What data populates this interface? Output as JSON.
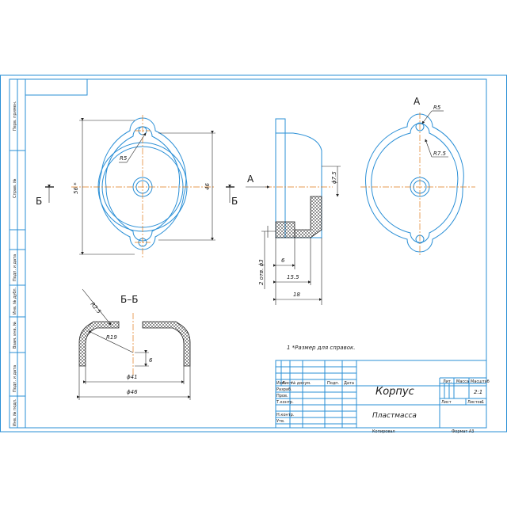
{
  "side_labels": [
    "Перв. примен.",
    "Справ. №",
    "Подп. и дата",
    "Инв. № дубл.",
    "Взам. инв. №",
    "Подп. и дата",
    "Инв. № подл."
  ],
  "views": {
    "view_a_label": "А",
    "arrow_a_label": "А",
    "section_label": "Б–Б",
    "section_mark_left": "Б",
    "section_mark_right": "Б"
  },
  "dimensions": {
    "front_r5": "R5",
    "front_height": "56 *",
    "front_inner": "46",
    "side_d75": "ϕ7.5",
    "side_holes": "2 отв. ϕ3",
    "side_6": "6",
    "side_155": "15.5",
    "side_18": "18",
    "view_a_r5": "R5",
    "view_a_r75": "R7.5",
    "section_r25": "R2.5",
    "section_r19": "R19",
    "section_6": "6",
    "section_d41": "ϕ41",
    "section_d46": "ϕ46"
  },
  "note": "1 *Размер для справок.",
  "title_block": {
    "part_name": "Корпус",
    "material": "Пластмасса",
    "col_lit": "Лит.",
    "col_mass": "Масса",
    "col_scale": "Масштаб",
    "scale_value": "2:1",
    "sheet_label": "Лист",
    "sheets_label": "Листов",
    "sheets_value": "1",
    "rev_labels": [
      "Изм.",
      "Лист",
      "№ докум.",
      "Подп.",
      "Дата"
    ],
    "roles": [
      "Разраб.",
      "Пров.",
      "Т.контр.",
      "",
      "Н.контр.",
      "Утв."
    ],
    "copied": "Копировал",
    "format": "Формат A3"
  }
}
